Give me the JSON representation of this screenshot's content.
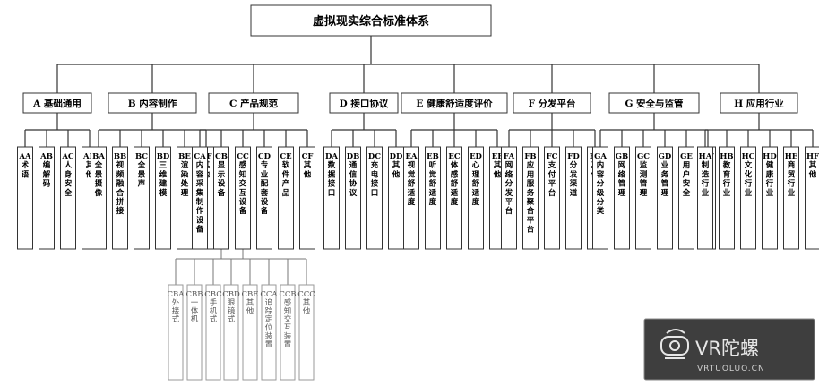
{
  "diagram": {
    "root": "虚拟现实综合标准体系",
    "categories": [
      {
        "label": "A 基础通用",
        "leaves": [
          "AA术语",
          "AB编解码",
          "AC人身安全",
          "AD其他"
        ]
      },
      {
        "label": "B 内容制作",
        "leaves": [
          "BA全景摄像",
          "BB视频融合拼接",
          "BC全景声",
          "BD三维建模",
          "BE渲染处理",
          "BF其他"
        ]
      },
      {
        "label": "C 产品规范",
        "leaves": [
          "CA内容采集制作设备",
          "CB显示设备",
          "CC感知交互设备",
          "CD专业配套设备",
          "CE软件产品",
          "CF其他"
        ]
      },
      {
        "label": "D 接口协议",
        "leaves": [
          "DA数据接口",
          "DB通信协议",
          "DC充电接口",
          "DD其他"
        ]
      },
      {
        "label": "E 健康舒适度评价",
        "leaves": [
          "EA视觉舒适度",
          "EB听觉舒适度",
          "EC体感舒适度",
          "ED心理舒适度",
          "EF其他"
        ]
      },
      {
        "label": "F 分发平台",
        "leaves": [
          "FA网络分发平台",
          "FB应用服务聚合平台",
          "FC支付平台",
          "FD分发渠道",
          "FE其他"
        ]
      },
      {
        "label": "G 安全与监管",
        "leaves": [
          "GA内容分级分类",
          "GB网络管理",
          "GC监测管理",
          "GD业务管理",
          "GE用户安全",
          "GF其他"
        ]
      },
      {
        "label": "H 应用行业",
        "leaves": [
          "HA制造行业",
          "HB教育行业",
          "HC文化行业",
          "HD健康行业",
          "HE商贸行业",
          "HF其他"
        ]
      }
    ],
    "sub_cb": [
      "CBA外接式",
      "CBB一体机",
      "CBC手机式",
      "CBD眼镜式",
      "CBE其他"
    ],
    "sub_cc": [
      "CCA追踪定位装置",
      "CCB感知交互装置",
      "CCC其他"
    ]
  },
  "watermark": {
    "brand": "VR陀螺",
    "url": "VRTUOLUO.CN"
  }
}
